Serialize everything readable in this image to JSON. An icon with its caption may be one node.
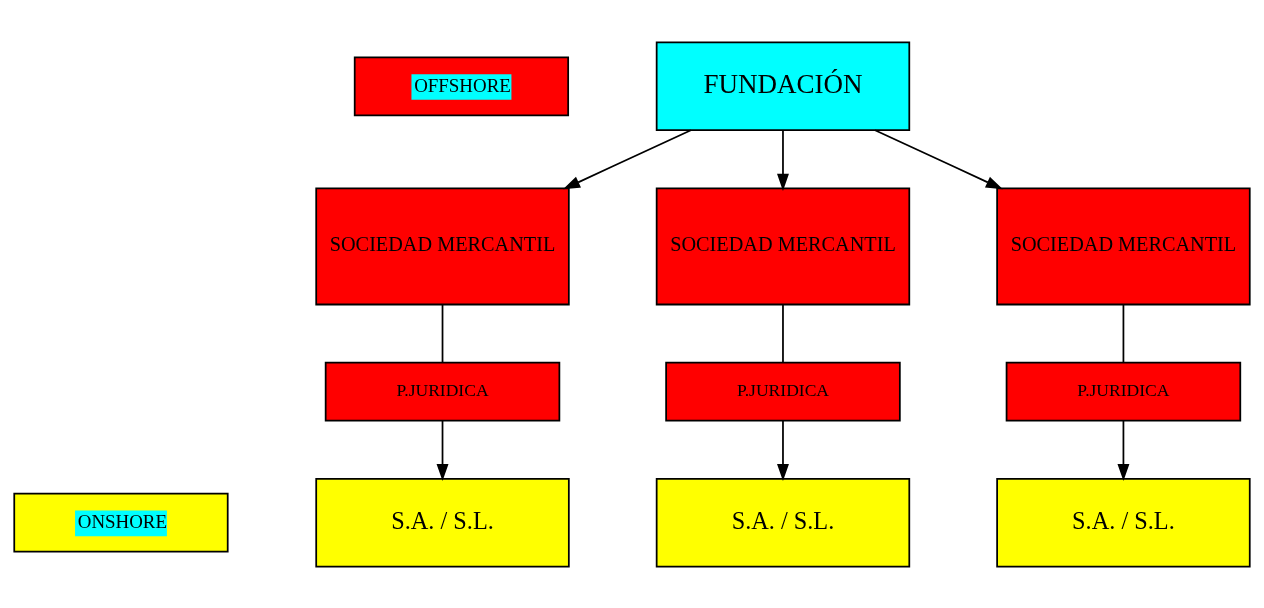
{
  "diagram": {
    "nodes": [
      {
        "text": [
          "FUNDACIÓN"
        ]
      },
      {
        "text": [
          "OFFSHORE"
        ]
      },
      {
        "text": [
          "SOCIEDAD MERCANTIL"
        ]
      },
      {
        "text": [
          "SOCIEDAD MERCANTIL"
        ]
      },
      {
        "text": [
          "SOCIEDAD MERCANTIL"
        ]
      },
      {
        "text": [
          "P.JURIDICA"
        ]
      },
      {
        "text": [
          "P.JURIDICA"
        ]
      },
      {
        "text": [
          "P.JURIDICA"
        ]
      },
      {
        "text": [
          "S.A. / S.L."
        ]
      },
      {
        "text": [
          "S.A. / S.L."
        ]
      },
      {
        "text": [
          "S.A. / S.L."
        ]
      },
      {
        "text": [
          "ONSHORE"
        ]
      }
    ],
    "edges": [
      {
        "from": 0,
        "to": 2,
        "arrow": "to"
      },
      {
        "from": 0,
        "to": 3,
        "arrow": "to"
      },
      {
        "from": 0,
        "to": 4,
        "arrow": "to"
      },
      {
        "from": 2,
        "to": 5,
        "arrow": "none"
      },
      {
        "from": 3,
        "to": 6,
        "arrow": "none"
      },
      {
        "from": 4,
        "to": 7,
        "arrow": "none"
      },
      {
        "from": 5,
        "to": 8,
        "arrow": "to"
      },
      {
        "from": 6,
        "to": 9,
        "arrow": "to"
      },
      {
        "from": 7,
        "to": 10,
        "arrow": "to"
      }
    ]
  }
}
